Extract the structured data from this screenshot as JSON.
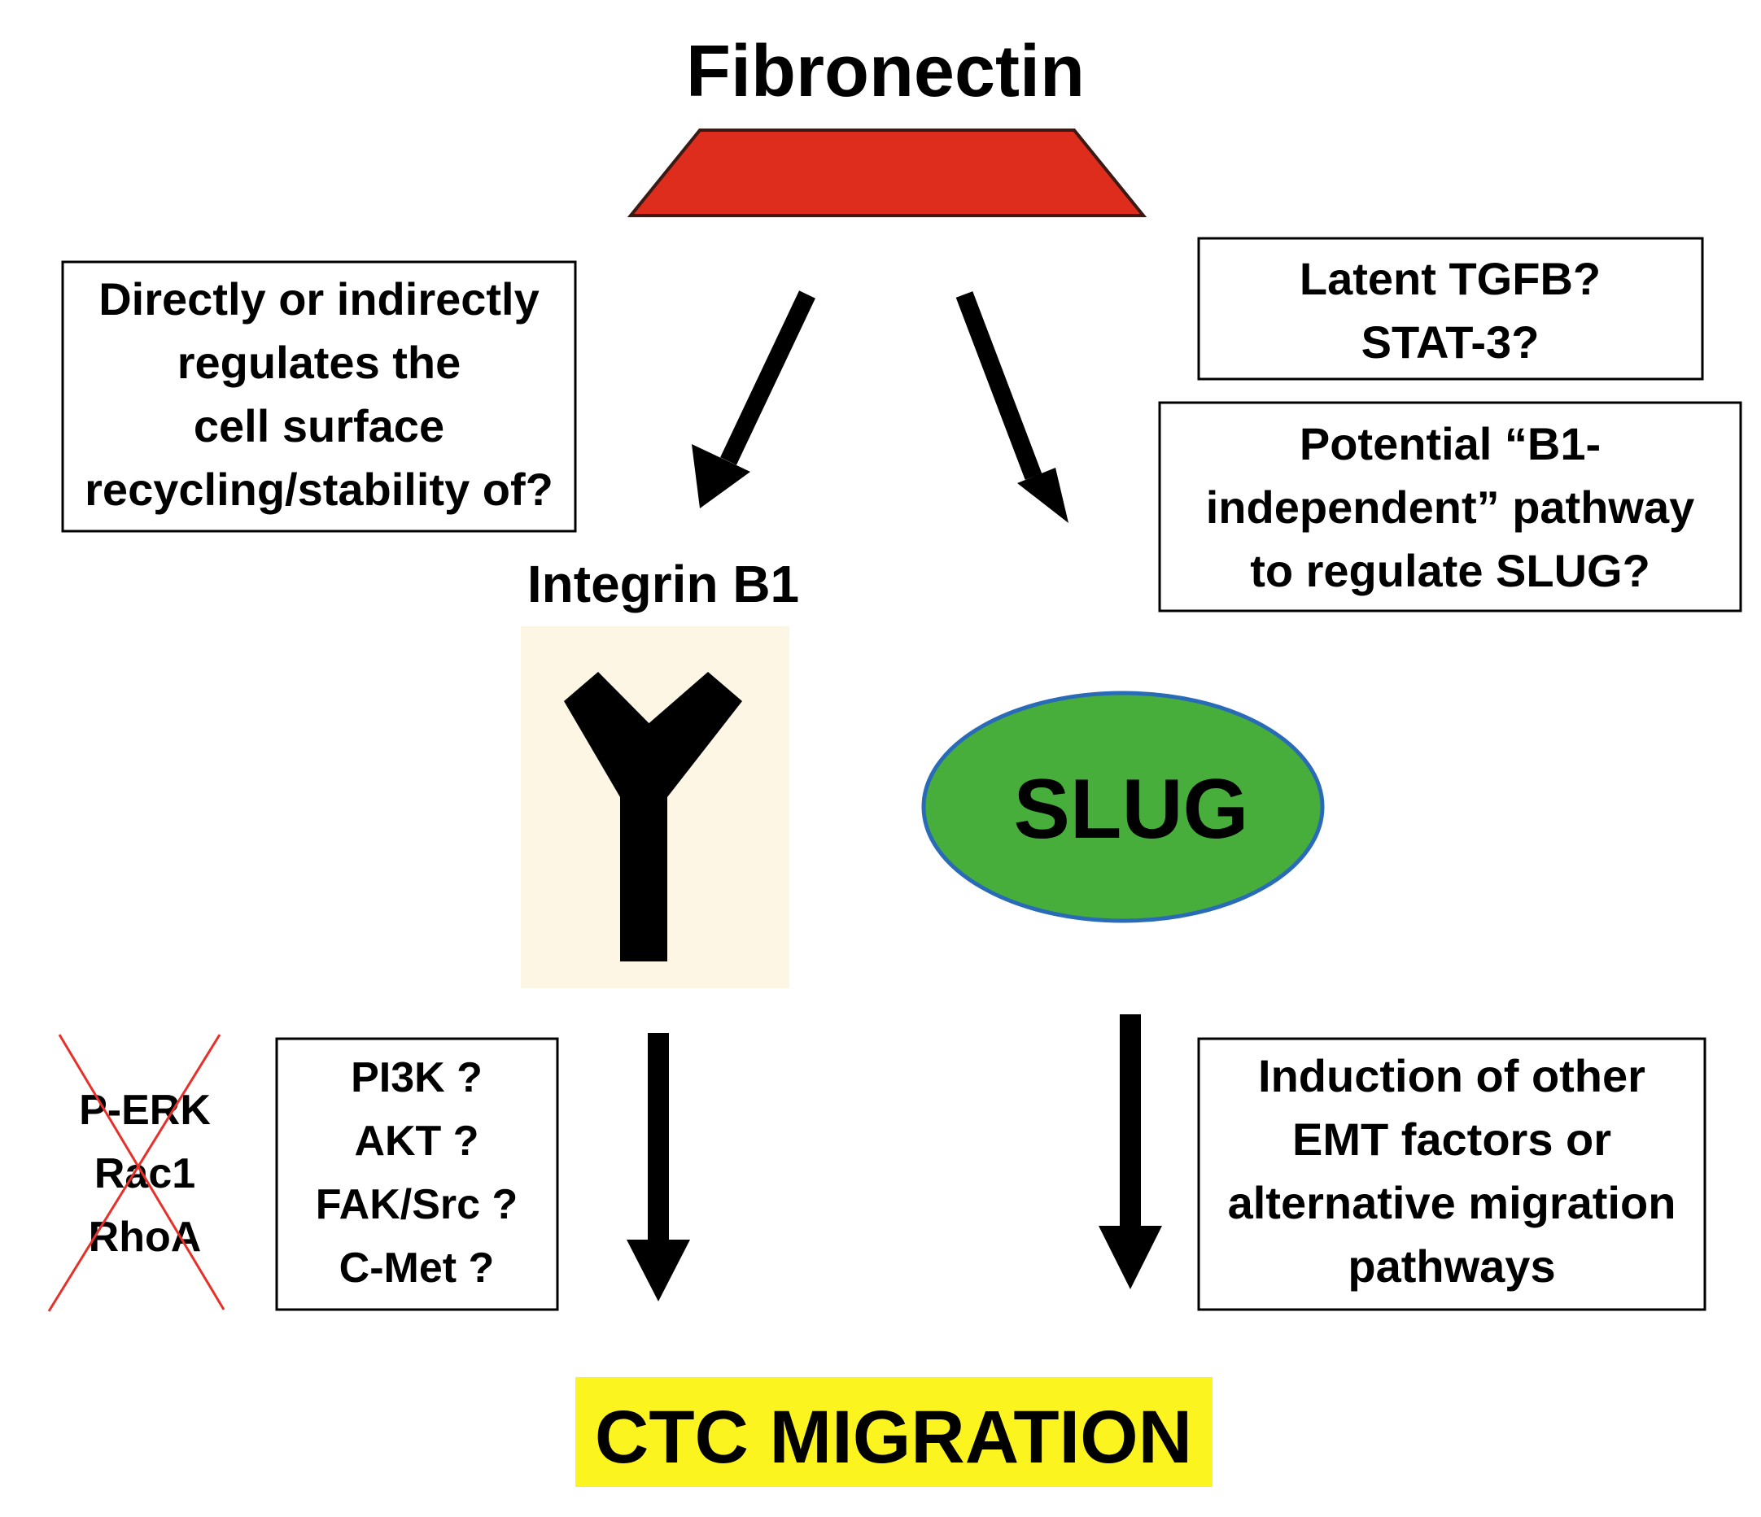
{
  "fibronectin": {
    "label": "Fibronectin",
    "color": "#de2d1c"
  },
  "integrin": {
    "label": "Integrin B1",
    "panel_color": "#fdf6e5"
  },
  "slug": {
    "label": "SLUG",
    "fill_color": "#47ae3c",
    "border_color": "#2a6bb8"
  },
  "boxes": {
    "regulates": {
      "lines": [
        "Directly or indirectly",
        "regulates the",
        "cell surface",
        "recycling/stability of?"
      ]
    },
    "tgfb": {
      "lines": [
        "Latent TGFB?",
        "STAT-3?"
      ]
    },
    "b1_independent": {
      "lines": [
        "Potential “B1-",
        "independent” pathway",
        "to regulate SLUG?"
      ]
    },
    "pi3k": {
      "lines": [
        "PI3K ?",
        "AKT ?",
        "FAK/Src ?",
        "C-Met ?"
      ]
    },
    "emt": {
      "lines": [
        "Induction of other",
        "EMT factors or",
        "alternative migration",
        "pathways"
      ]
    }
  },
  "excluded": {
    "lines": [
      "P-ERK",
      "Rac1",
      "RhoA"
    ],
    "cross_color": "#e8302a"
  },
  "outcome": {
    "label": "CTC MIGRATION",
    "highlight_color": "#fbf41f"
  }
}
